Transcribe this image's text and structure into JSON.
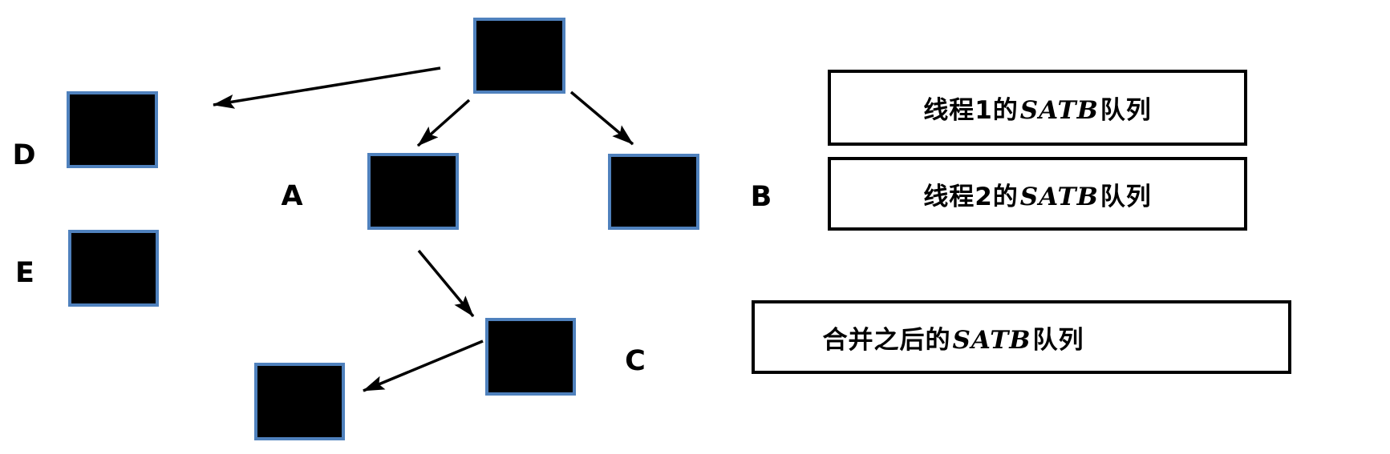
{
  "colors": {
    "node_fill": "#000000",
    "node_border": "#4f81bd",
    "arrow_color": "#000000",
    "queue_border": "#000000",
    "label_color": "#000000",
    "background": "#ffffff"
  },
  "node_labels": {
    "a": "A",
    "b": "B",
    "c": "C",
    "d": "D",
    "e": "E"
  },
  "queues": [
    {
      "pre": "线程1的",
      "satb": "SATB",
      "post": "队列"
    },
    {
      "pre": "线程2的",
      "satb": "SATB",
      "post": "队列"
    },
    {
      "pre": "合并之后的",
      "satb": "SATB",
      "post": "队列"
    }
  ],
  "graph": {
    "nodes": [
      "root",
      "A",
      "B",
      "C",
      "D",
      "E",
      "unlabeled-bottom"
    ],
    "edges": [
      {
        "from": "root",
        "to": "D"
      },
      {
        "from": "root",
        "to": "A"
      },
      {
        "from": "root",
        "to": "B"
      },
      {
        "from": "A",
        "to": "C"
      },
      {
        "from": "C",
        "to": "unlabeled-bottom"
      }
    ]
  }
}
